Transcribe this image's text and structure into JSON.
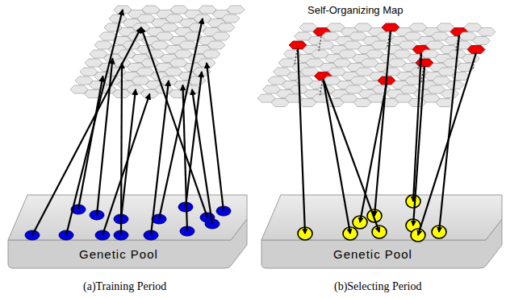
{
  "diagram": {
    "nodes": [
      {
        "text": [
          "Genetic Pool"
        ]
      },
      {
        "text": [
          "Genetic Pool"
        ]
      }
    ],
    "labels": [
      "Self-Organizing Map",
      "(a)Training Period",
      "(b)Selecting Period"
    ]
  }
}
